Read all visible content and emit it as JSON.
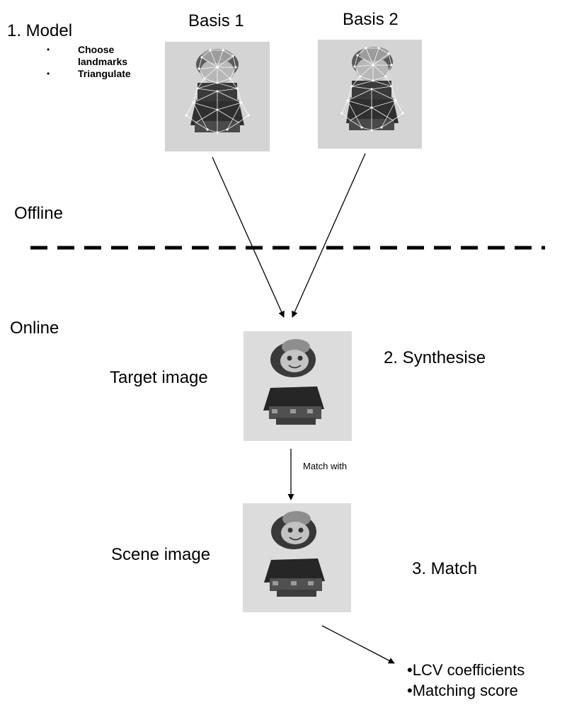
{
  "model": {
    "title": "1.  Model",
    "steps": [
      "Choose landmarks",
      "Triangulate"
    ]
  },
  "basis": {
    "basis1": "Basis 1",
    "basis2": "Basis 2"
  },
  "phases": {
    "offline": "Offline",
    "online": "Online"
  },
  "target": {
    "label": "Target image",
    "step": "2. Synthesise"
  },
  "edge": {
    "match_with": "Match with"
  },
  "scene": {
    "label": "Scene image",
    "step": "3. Match"
  },
  "outputs": [
    "•LCV coefficients",
    "•Matching score"
  ]
}
